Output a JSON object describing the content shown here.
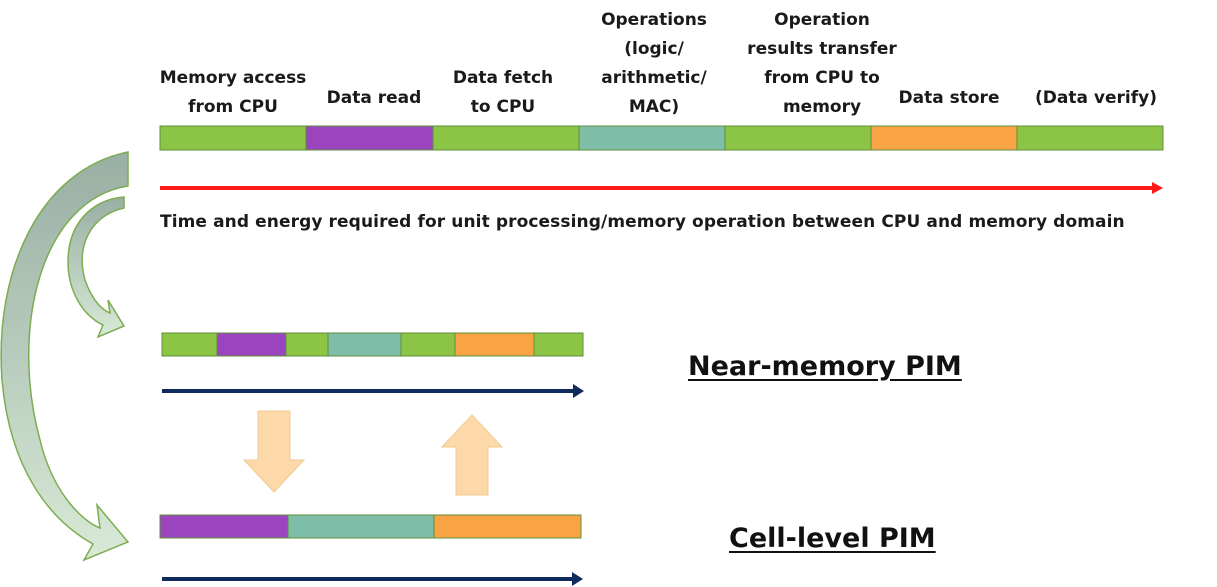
{
  "colors": {
    "green": "#8cc545",
    "purple": "#9a44be",
    "teal": "#7ebea8",
    "orange": "#f9a444",
    "red_arrow": "#ff1a1a",
    "navy_arrow": "#0f2a5c",
    "block_arrow": "#fdd9aa",
    "curve_dark": "#93ab9f",
    "curve_light": "#d6e9d5",
    "curve_stroke": "#77a848"
  },
  "top_labels": [
    "Memory access\nfrom CPU",
    "Data read",
    "Data fetch\nto CPU",
    "Operations\n(logic/\narithmetic/\nMAC)",
    "Operation\nresults transfer\nfrom CPU to\nmemory",
    "Data store",
    "(Data verify)"
  ],
  "segments": {
    "full": [
      {
        "type": "memory-access",
        "color": "green"
      },
      {
        "type": "data-read",
        "color": "purple"
      },
      {
        "type": "data-fetch",
        "color": "green"
      },
      {
        "type": "operations",
        "color": "teal"
      },
      {
        "type": "results-transfer",
        "color": "green"
      },
      {
        "type": "data-store",
        "color": "orange"
      },
      {
        "type": "data-verify",
        "color": "green"
      }
    ],
    "near_memory": [
      {
        "type": "memory-access",
        "color": "green"
      },
      {
        "type": "data-read",
        "color": "purple"
      },
      {
        "type": "data-fetch",
        "color": "green"
      },
      {
        "type": "operations",
        "color": "teal"
      },
      {
        "type": "results-transfer",
        "color": "green"
      },
      {
        "type": "data-store",
        "color": "orange"
      },
      {
        "type": "data-verify",
        "color": "green"
      }
    ],
    "cell_level": [
      {
        "type": "data-read",
        "color": "purple"
      },
      {
        "type": "operations",
        "color": "teal"
      },
      {
        "type": "data-store",
        "color": "orange"
      }
    ]
  },
  "caption": "Time and energy required for unit processing/memory operation between CPU and memory domain",
  "near_memory_title": "Near-memory PIM",
  "cell_level_title": "Cell-level PIM"
}
